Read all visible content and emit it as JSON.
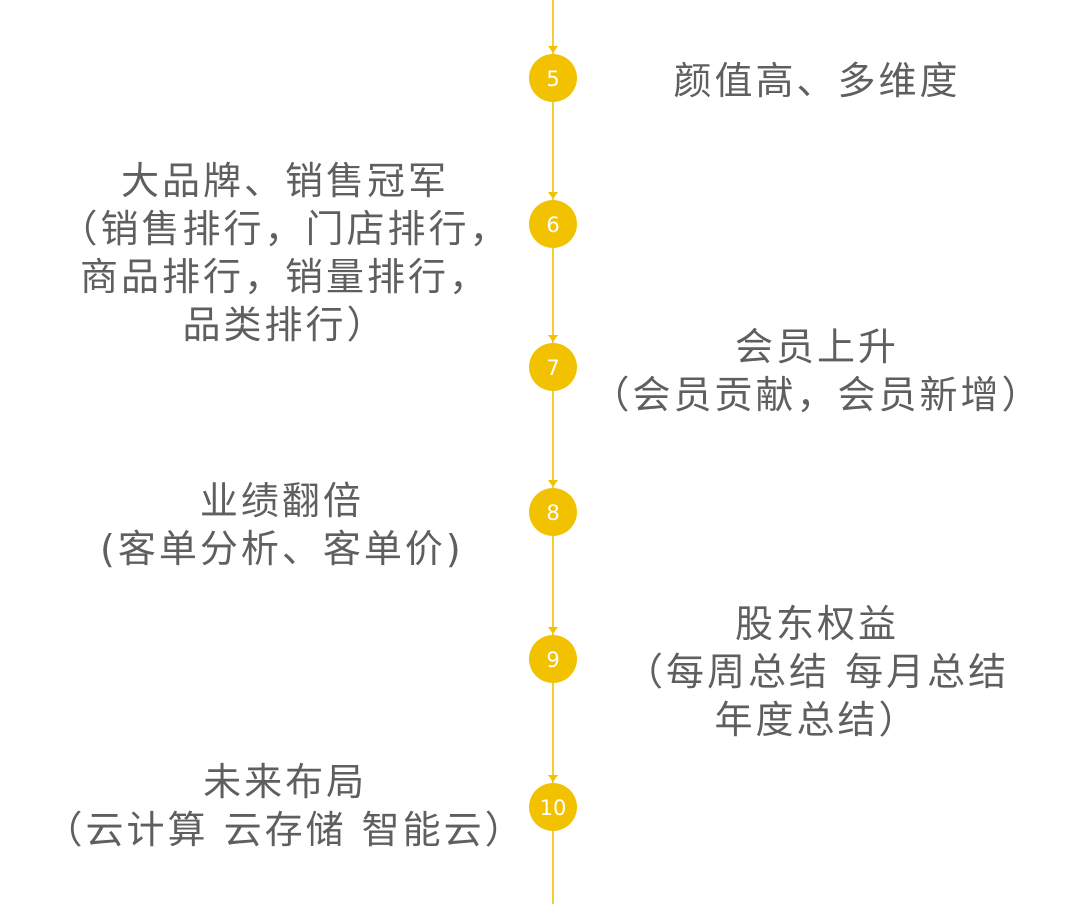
{
  "colors": {
    "accent": "#f2c200",
    "line": "#f2c200",
    "text": "#5f5f5f",
    "node_text": "#ffffff"
  },
  "steps": [
    {
      "number": "5",
      "side": "right",
      "lines": [
        "颜值高、多维度"
      ]
    },
    {
      "number": "6",
      "side": "left",
      "lines": [
        "大品牌、销售冠军",
        "（销售排行，门店排行，",
        "商品排行，销量排行，",
        "品类排行）"
      ]
    },
    {
      "number": "7",
      "side": "right",
      "lines": [
        "会员上升",
        "（会员贡献，会员新增）"
      ]
    },
    {
      "number": "8",
      "side": "left",
      "lines": [
        "业绩翻倍",
        "(客单分析、客单价)"
      ]
    },
    {
      "number": "9",
      "side": "right",
      "lines": [
        "股东权益",
        "（每周总结 每月总结",
        "年度总结）"
      ]
    },
    {
      "number": "10",
      "side": "left",
      "lines": [
        "未来布局",
        "（云计算 云存储 智能云）"
      ]
    }
  ]
}
